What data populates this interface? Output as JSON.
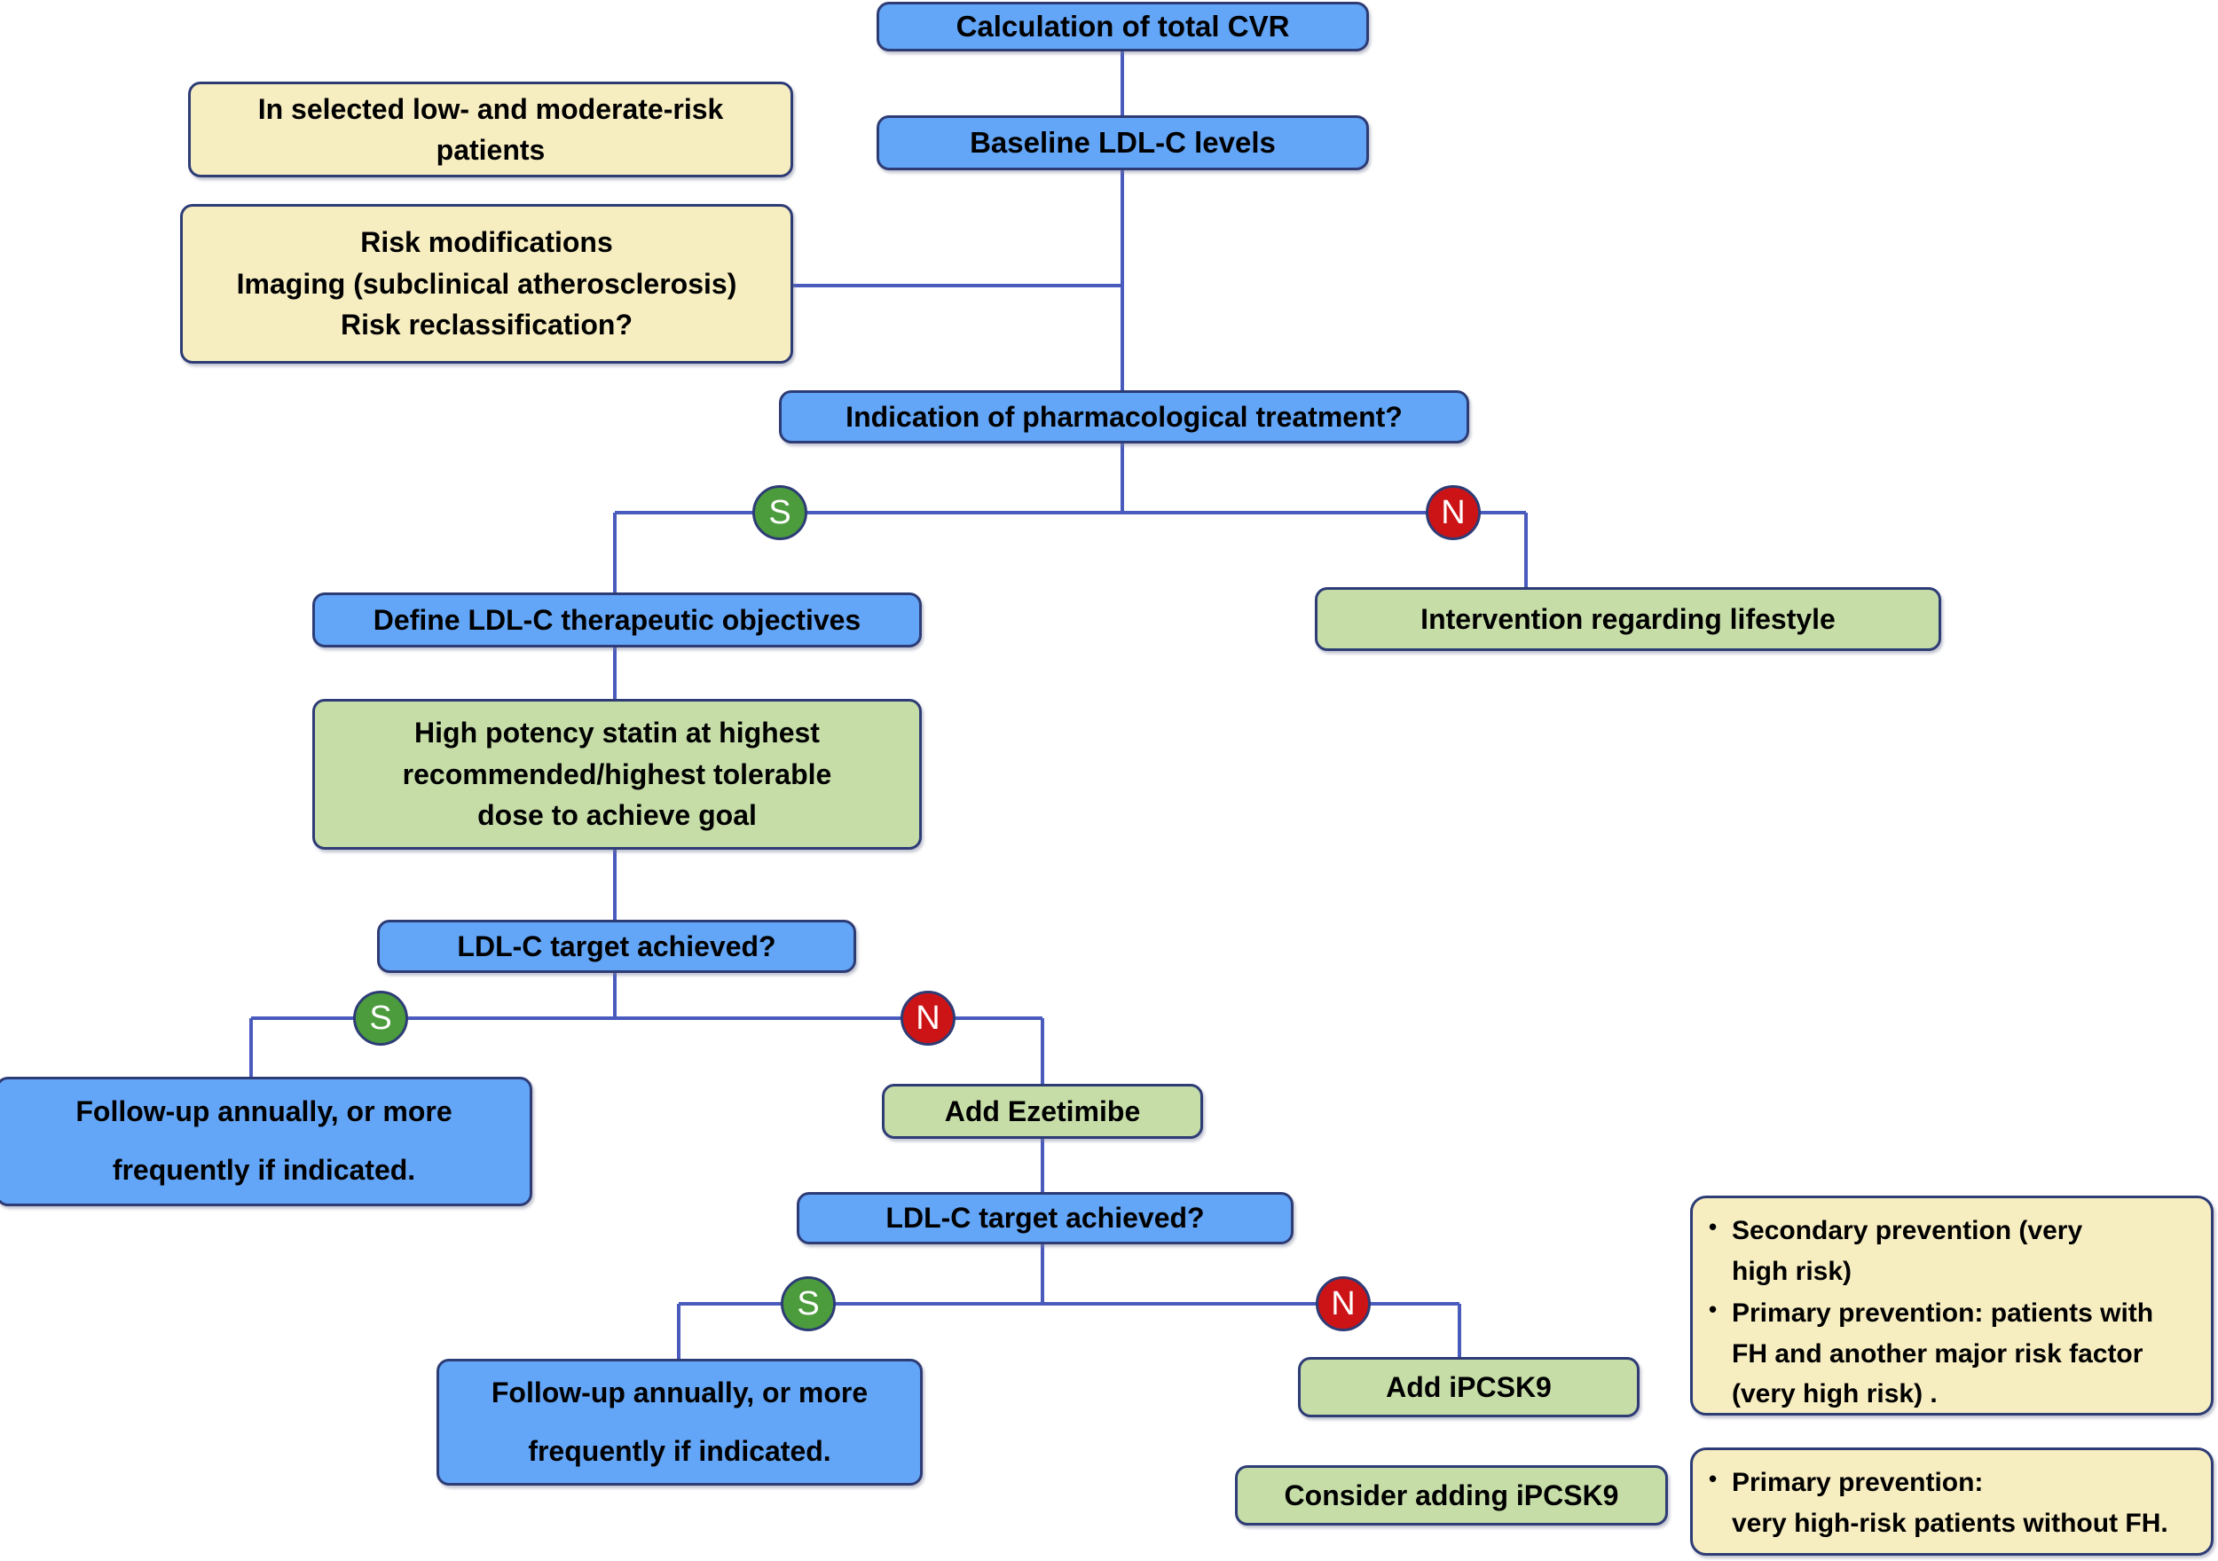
{
  "diagram": {
    "title": "Lipid-lowering treatment algorithm flowchart",
    "colors": {
      "blue_fill": "#63A5F6",
      "green_fill": "#C6DDA8",
      "yellow_fill": "#F6EDC0",
      "border": "#2E3C76",
      "yes_badge": "#4C9C3D",
      "no_badge": "#CC1417",
      "connector": "#4A5BBE"
    },
    "nodes": {
      "calculation_cvr": "Calculation of total CVR",
      "baseline_ldl": "Baseline LDL-C levels",
      "selected_patients": "In selected low- and moderate-risk\npatients",
      "risk_modifications": "Risk modifications\nImaging (subclinical atherosclerosis)\nRisk reclassification?",
      "indication_treatment": "Indication of pharmacological treatment?",
      "lifestyle": "Intervention regarding lifestyle",
      "define_objectives": "Define LDL-C therapeutic objectives",
      "high_potency_statin": "High potency statin at highest\nrecommended/highest tolerable\ndose to achieve goal",
      "target_achieved_1": "LDL-C target achieved?",
      "followup_1": "Follow-up annually, or more\nfrequently if indicated.",
      "add_ezetimibe": "Add Ezetimibe",
      "target_achieved_2": "LDL-C target achieved?",
      "followup_2": "Follow-up annually, or more\nfrequently if indicated.",
      "add_ipcsk9": "Add iPCSK9",
      "consider_ipcsk9": "Consider adding iPCSK9"
    },
    "badges": {
      "yes": "S",
      "no": "N"
    },
    "legend_1": {
      "items": [
        "Secondary prevention (very\nhigh risk)",
        "Primary prevention: patients with\nFH and another major risk factor\n(very high risk) ."
      ]
    },
    "legend_2": {
      "items": [
        "Primary prevention:\nvery high-risk patients without FH."
      ]
    }
  }
}
